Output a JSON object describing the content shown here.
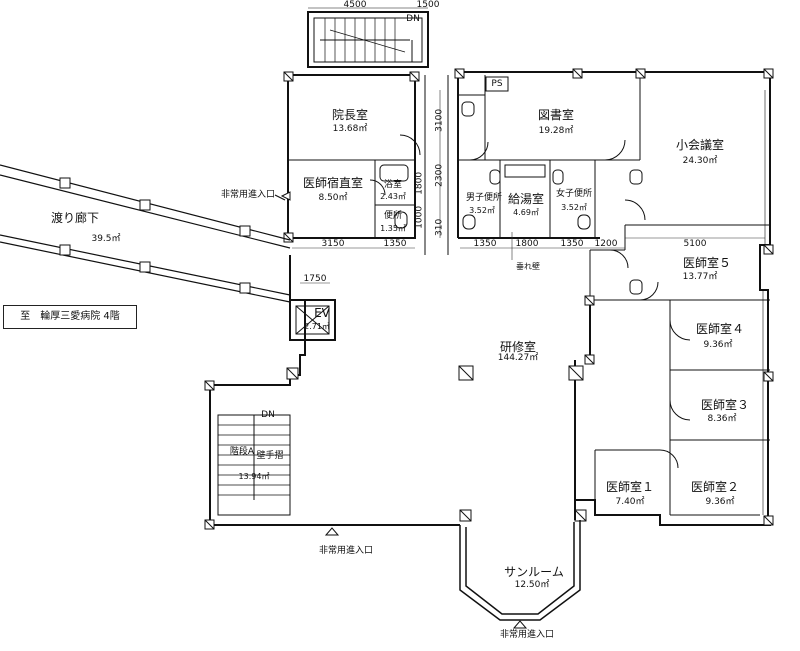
{
  "rooms": {
    "director": {
      "name": "院長室",
      "area": "13.68㎡"
    },
    "library": {
      "name": "図書室",
      "area": "19.28㎡"
    },
    "small_meeting": {
      "name": "小会議室",
      "area": "24.30㎡"
    },
    "night_duty": {
      "name": "医師宿直室",
      "area": "8.50㎡"
    },
    "bath": {
      "name": "浴室",
      "area": "2.43㎡"
    },
    "toilet": {
      "name": "便所",
      "area": "1.35㎡"
    },
    "mens_wc": {
      "name": "男子便所",
      "area": "3.52㎡"
    },
    "kitchen": {
      "name": "給湯室",
      "area": "4.69㎡"
    },
    "womens_wc": {
      "name": "女子便所",
      "area": "3.52㎡"
    },
    "corridor": {
      "name": "渡り廊下",
      "area": "39.5㎡"
    },
    "doctor5": {
      "name": "医師室５",
      "area": "13.77㎡"
    },
    "ev": {
      "name": "EV",
      "area": "2.71㎡"
    },
    "training": {
      "name": "研修室",
      "area": "144.27㎡"
    },
    "doctor4": {
      "name": "医師室４",
      "area": "9.36㎡"
    },
    "doctor3": {
      "name": "医師室３",
      "area": "8.36㎡"
    },
    "stairs_a": {
      "name": "階段A",
      "area": "13.94㎡"
    },
    "doctor1": {
      "name": "医師室１",
      "area": "7.40㎡"
    },
    "doctor2": {
      "name": "医師室２",
      "area": "9.36㎡"
    },
    "sunroom": {
      "name": "サンルーム",
      "area": "12.50㎡"
    }
  },
  "labels": {
    "dn": "DN",
    "ps": "PS",
    "emergency_exit": "非常用進入口",
    "wall_handrail": "壁手摺",
    "hanging_wall": "垂れ壁",
    "sign": "至　輪厚三愛病院 4階"
  },
  "dimensions": {
    "top_4500": "4500",
    "top_1500": "1500",
    "v_3100": "3100",
    "v_1800": "1800",
    "v_1000": "1000",
    "v_2300": "2300",
    "v_310": "310",
    "h_3150": "3150",
    "h_1350a": "1350",
    "h_1350b": "1350",
    "h_1800": "1800",
    "h_1350c": "1350",
    "h_1200": "1200",
    "h_5100": "5100",
    "h_1750": "1750"
  }
}
